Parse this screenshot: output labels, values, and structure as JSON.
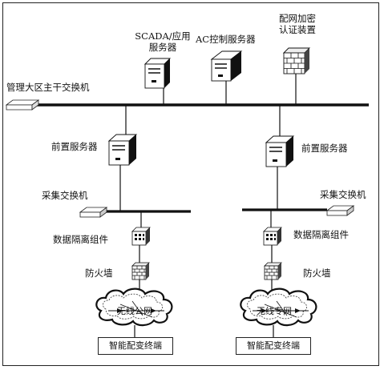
{
  "servers_top": {
    "scada_line1": "SCADA/应用",
    "scada_line2": "服务器",
    "ac_label": "AC控制服务器",
    "auth_line1": "配网加密",
    "auth_line2": "认证装置"
  },
  "backbone_label": "管理大区主干交换机",
  "left_branch": {
    "front_server": "前置服务器",
    "collect_switch": "采集交换机",
    "isolation": "数据隔离组件",
    "firewall": "防火墙",
    "network": "无线公网",
    "terminal": "智能配变终端"
  },
  "right_branch": {
    "front_server": "前置服务器",
    "collect_switch": "采集交换机",
    "isolation": "数据隔离组件",
    "firewall": "防火墙",
    "network": "无线专网",
    "terminal": "智能配变终端"
  }
}
